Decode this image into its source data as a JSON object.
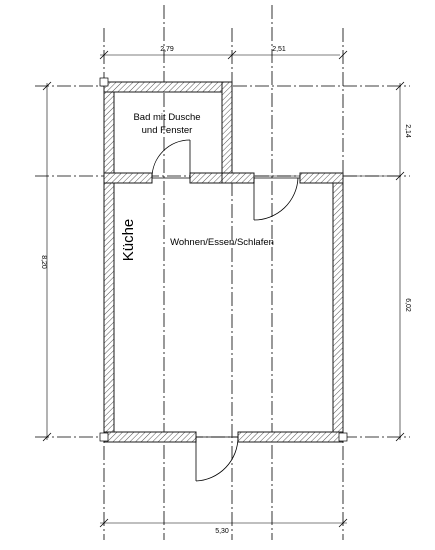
{
  "plan": {
    "rooms": {
      "bath_line1": "Bad mit Dusche",
      "bath_line2": "und Fenster",
      "main": "Wohnen/Essen/Schlafen",
      "kitchen": "Küche"
    },
    "dimensions": {
      "top_left": "2,79",
      "top_right": "2,51",
      "left_total": "8,20",
      "right_upper": "2,14",
      "right_lower": "6,02",
      "bottom": "5,30"
    }
  }
}
